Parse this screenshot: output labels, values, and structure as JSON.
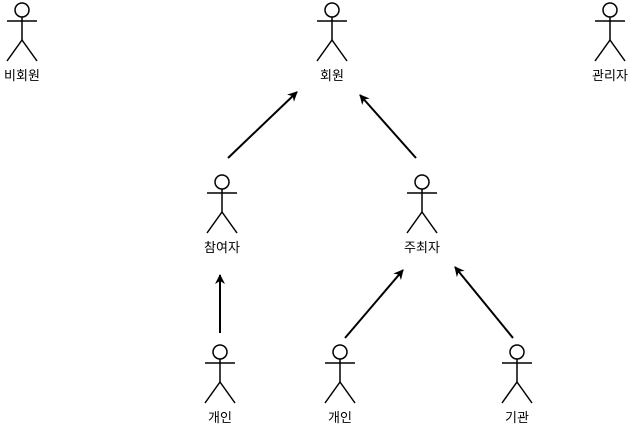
{
  "actors": [
    {
      "id": "non-member",
      "label": "비회원"
    },
    {
      "id": "member",
      "label": "회원"
    },
    {
      "id": "admin",
      "label": "관리자"
    },
    {
      "id": "participant",
      "label": "참여자"
    },
    {
      "id": "host",
      "label": "주최자"
    },
    {
      "id": "individual-participant",
      "label": "개인"
    },
    {
      "id": "individual-host",
      "label": "개인"
    },
    {
      "id": "organization",
      "label": "기관"
    }
  ],
  "generalizations": [
    {
      "from": "participant",
      "to": "member"
    },
    {
      "from": "host",
      "to": "member"
    },
    {
      "from": "individual-participant",
      "to": "participant"
    },
    {
      "from": "individual-host",
      "to": "host"
    },
    {
      "from": "organization",
      "to": "host"
    }
  ]
}
